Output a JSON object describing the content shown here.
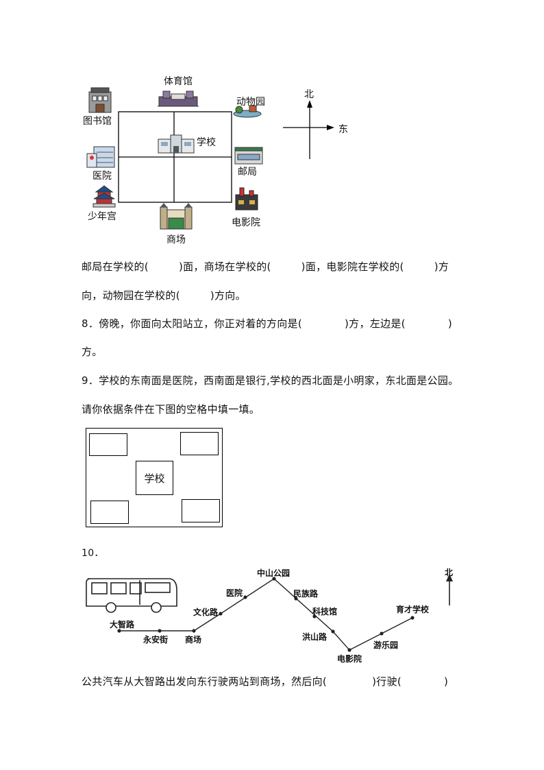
{
  "map1": {
    "labels": {
      "gym": "体育馆",
      "library": "图书馆",
      "zoo": "动物园",
      "school": "学校",
      "hospital": "医院",
      "post_office": "邮局",
      "youth_palace": "少年宫",
      "cinema": "电影院",
      "mall": "商场"
    },
    "compass": {
      "north": "北",
      "east": "东"
    }
  },
  "q7": {
    "line1": [
      "邮局在学校的(",
      ")面，商场在学校的(",
      ")面，电影院在学校的(",
      ")方"
    ],
    "line2": [
      "向，动物园在学校的(",
      ")方向。"
    ]
  },
  "q8": {
    "line1": [
      "8．傍晚，你面向太阳站立，你正对着的方向是(",
      ")方，左边是(",
      ")"
    ],
    "line2": "方。"
  },
  "q9": {
    "line1": "9．学校的东南面是医院，西南面是银行,学校的西北面是小明家，东北面是公园。",
    "line2": "请你依据条件在下图的空格中填一填。",
    "grid_center": "学校"
  },
  "q10": {
    "number": "10．",
    "north": "北",
    "stops": {
      "dazhi": "大智路",
      "yongan": "永安街",
      "shangchang": "商场",
      "wenhua": "文化路",
      "yiyuan": "医院",
      "zhongshan": "中山公园",
      "minzu": "民族路",
      "keji": "科技馆",
      "hongshan": "洪山路",
      "dianying": "电影院",
      "youle": "游乐园",
      "yucai": "育才学校"
    },
    "question": [
      "公共汽车从大智路出发向东行驶两站到商场，然后向(",
      ")行驶(",
      ")"
    ]
  }
}
